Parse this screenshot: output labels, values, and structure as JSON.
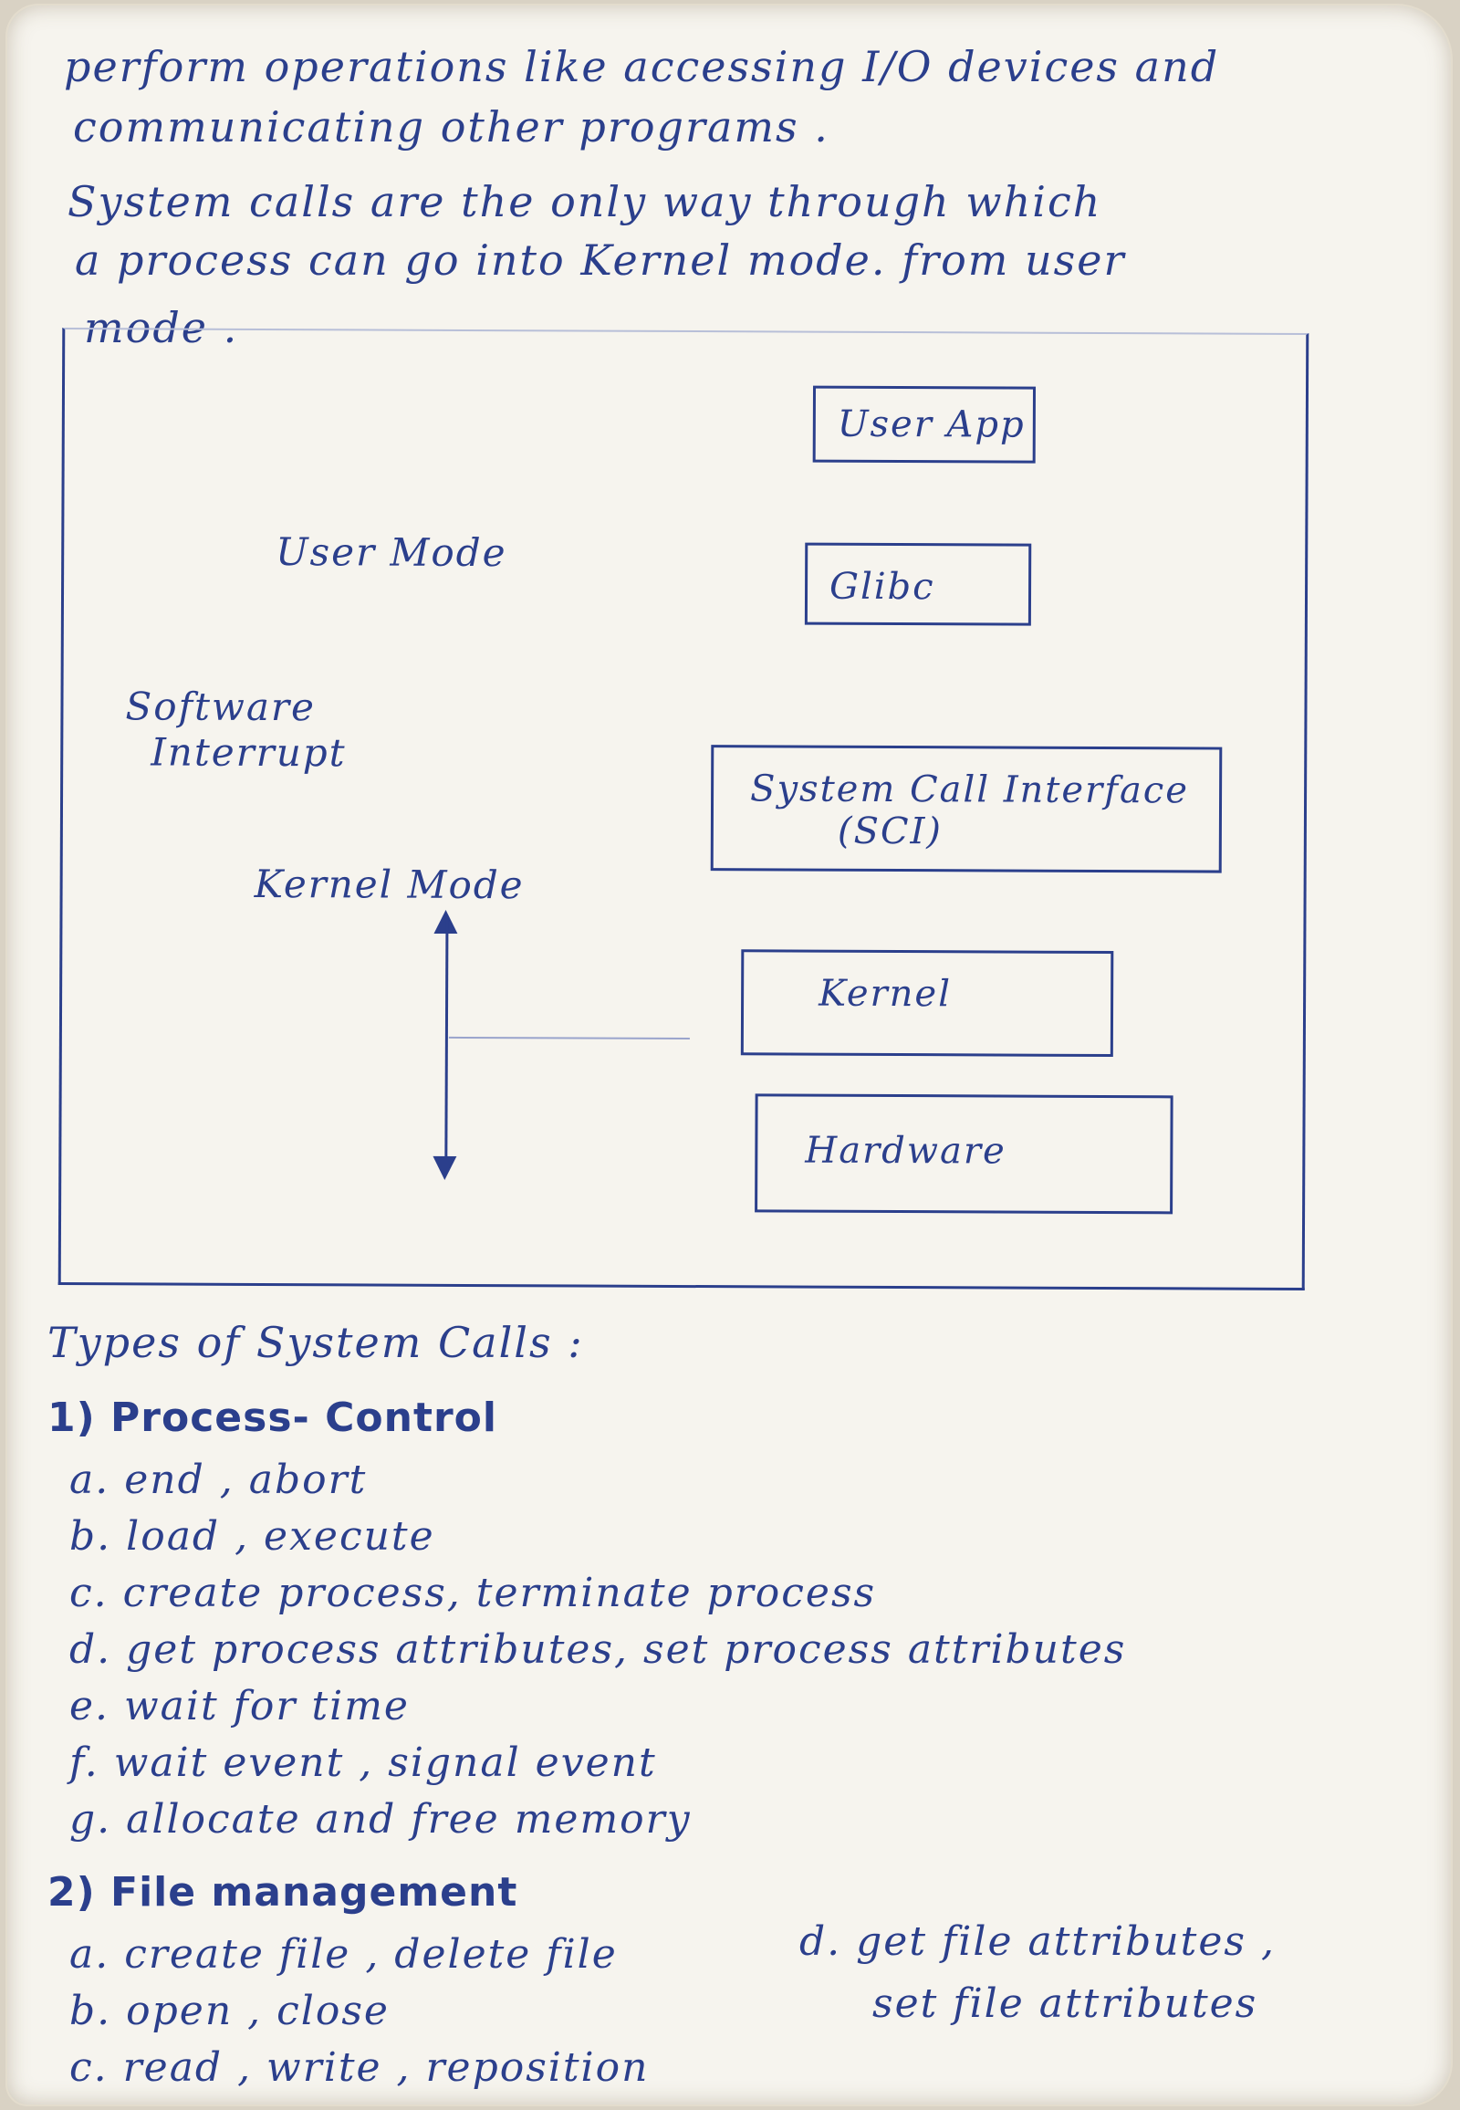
{
  "paragraph": {
    "line1": "perform operations like accessing I/O devices and",
    "line2": "communicating other programs .",
    "line3": "System calls are the only way through which",
    "line4": "a process can go into Kernel mode. from user",
    "line5": "mode ."
  },
  "diagram": {
    "user_mode": "User Mode",
    "software": "Software",
    "interrupt": "Interrupt",
    "kernel_mode": "Kernel Mode",
    "boxes": {
      "user_app": "User App",
      "glibc": "Glibc",
      "sci_line1": "System Call Interface",
      "sci_line2": "(SCI)",
      "kernel": "Kernel",
      "hardware": "Hardware"
    }
  },
  "types": {
    "heading": "Types of System Calls :",
    "process_control": {
      "title": "1) Process- Control",
      "items": [
        "a. end , abort",
        "b. load , execute",
        "c. create process, terminate process",
        "d. get process attributes, set process attributes",
        "e. wait for time",
        "f. wait event , signal event",
        "g. allocate and free memory"
      ]
    },
    "file_management": {
      "title": "2) File management",
      "items": [
        "a. create file , delete file",
        "b. open , close",
        "c. read , write , reposition"
      ],
      "side_line1": "d. get file attributes ,",
      "side_line2": "set file attributes"
    }
  }
}
